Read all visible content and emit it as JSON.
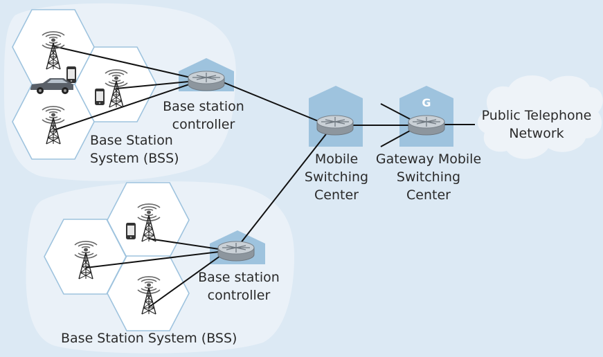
{
  "diagram": {
    "top_bss": {
      "label_line1": "Base Station",
      "label_line2": "System (BSS)"
    },
    "top_bsc": {
      "label_line1": "Base station",
      "label_line2": "controller"
    },
    "bottom_bss": {
      "label": "Base Station System (BSS)"
    },
    "bottom_bsc": {
      "label_line1": "Base station",
      "label_line2": "controller"
    },
    "msc": {
      "label_line1": "Mobile",
      "label_line2": "Switching",
      "label_line3": "Center"
    },
    "gmsc": {
      "badge": "G",
      "label_line1": "Gateway Mobile",
      "label_line2": "Switching",
      "label_line3": "Center"
    },
    "pstn": {
      "label_line1": "Public Telephone",
      "label_line2": "Network"
    },
    "colors": {
      "background": "#dce9f4",
      "bss_region": "#eaf1f8",
      "hexagon_fill": "#ffffff",
      "hexagon_stroke": "#9ec3de",
      "building": "#9ec3de",
      "router": "#c9d0d6",
      "link": "#111111",
      "badge_text": "#ffffff"
    }
  }
}
